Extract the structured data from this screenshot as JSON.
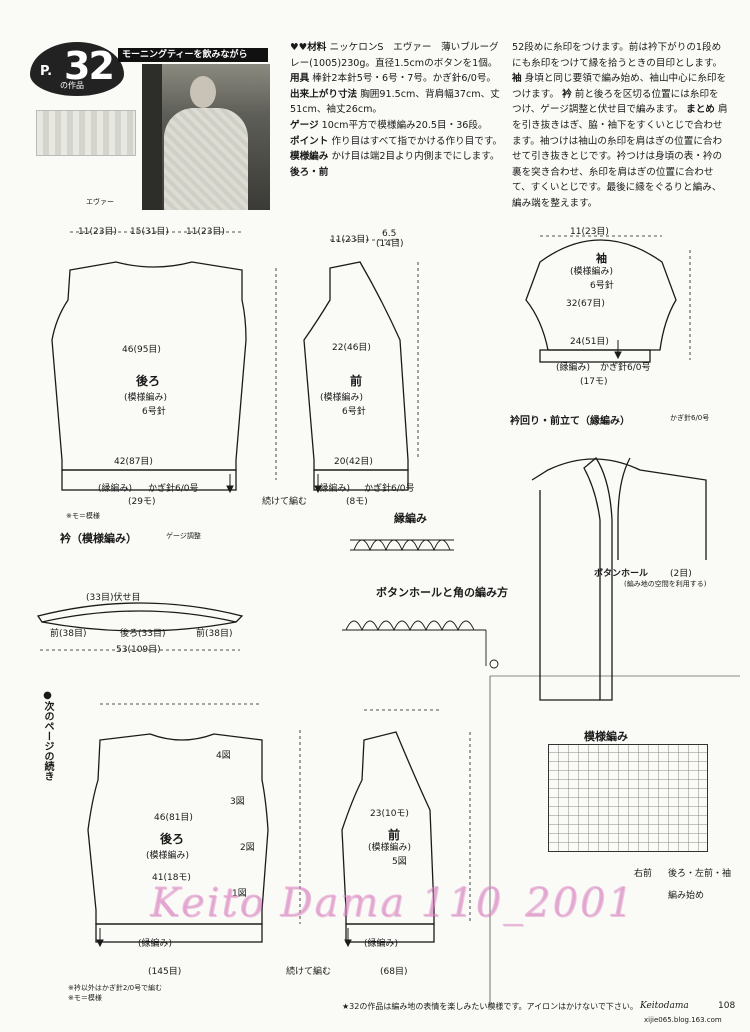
{
  "header": {
    "page_prefix": "P.",
    "pattern_number": "32",
    "work_suffix": "の作品",
    "title": "モーニングティーを飲みながら",
    "yarn_caption": "エヴァー"
  },
  "instructions": {
    "materials_label": "♥♥材料",
    "materials": "ニッケロンS　エヴァー　薄いブルーグレー(1005)230g。直径1.5cmのボタンを1個。",
    "tools_label": "用具",
    "tools": "棒針2本針5号・6号・7号。かぎ針6/0号。",
    "size_label": "出来上がり寸法",
    "size": "胸囲91.5cm、背肩幅37cm、丈51cm、袖丈26cm。",
    "gauge_label": "ゲージ",
    "gauge": "10cm平方で模様編み20.5目・36段。",
    "point_label": "ポイント",
    "point": "作り目はすべて指でかける作り目です。",
    "method_label1": "模様編み",
    "method1": "かけ目は端2目より内側までにします。",
    "back_front_label": "後ろ・前",
    "back_front": "52段めに糸印をつけます。前は衿下がりの1段めにも糸印をつけて縁を拾うときの目印とします。",
    "sleeve_label": "袖",
    "sleeve": "身頃と同じ要領で編み始め、袖山中心に糸印をつけます。",
    "collar_label": "衿",
    "collar": "前と後ろを区切る位置には糸印をつけ、ゲージ調整と伏せ目で編みます。",
    "finish_label": "まとめ",
    "finish": "肩を引き抜きはぎ、脇・袖下をすくいとじで合わせます。袖つけは袖山の糸印を肩はぎの位置に合わせて引き抜きとじです。衿つけは身頃の表・衿の裏を突き合わせ、糸印を肩はぎの位置に合わせて、すくいとじです。最後に縁をぐるりと編み、編み端を整えます。"
  },
  "diagram_labels": {
    "back": "後ろ",
    "front": "前",
    "pattern_knit": "(模様編み)",
    "needle_6": "6号針",
    "edge_knit": "(縁編み)",
    "crochet_hook": "かぎ針6/0号",
    "continue_knit": "続けて編む",
    "m_note": "※モ＝模様",
    "collar_title": "衿（模様編み）",
    "gauge_adjust": "ゲージ調整",
    "sleeve_title": "袖",
    "sleeve_pattern": "(模様編み)",
    "needle_6_sleeve": "6号針",
    "collar_edge_title": "衿回り・前立て（縁編み）",
    "collar_edge_hook": "かぎ針6/0号",
    "edge_knit_title": "縁編み",
    "buttonhole_corner_title": "ボタンホールと角の編み方",
    "buttonhole": "ボタンホール",
    "buttonhole_count": "(2目)",
    "buttonhole_note": "(編み地の空間を利用する)",
    "pattern_knit_title": "模様編み",
    "knit_start": "編み始め",
    "right_front": "右前",
    "back_left_sleeve": "後ろ・左前・袖",
    "next_page": "●次のページの続き",
    "fig1": "1図",
    "fig2": "2図",
    "fig3": "3図",
    "fig4": "4図",
    "fig5": "5図",
    "edge_note": "※衿以外はかぎ針2/0号で編む",
    "m_note2": "※モ＝模様"
  },
  "dims": {
    "back_top": "11(23目)",
    "back_neck": "15(31目)",
    "back_top_right": "11(23目)",
    "back_width": "46(95目)",
    "back_hem": "42(87目)",
    "back_edge": "(29モ)",
    "front_top": "11(23目)",
    "front_neck_cm": "6.5",
    "front_neck_st": "(14目)",
    "front_width": "22(46目)",
    "front_hem": "20(42目)",
    "front_edge": "(8モ)",
    "sleeve_top": "11(23目)",
    "sleeve_width": "32(67目)",
    "sleeve_cuff": "24(51目)",
    "sleeve_edge": "(17モ)",
    "collar_width": "53(109目)",
    "collar_front_left": "前(38目)",
    "collar_back": "後ろ(33目)",
    "collar_front_right": "前(38目)",
    "collar_bind": "(33目)伏せ目",
    "lower_back_width": "46(81目)",
    "lower_back_hem": "41(18モ)",
    "lower_back_edge": "(145目)",
    "lower_front_width": "23(10モ)",
    "lower_front_edge": "(68目)"
  },
  "footer": {
    "note": "★32の作品は編み地の表情を楽しみたい模様です。アイロンはかけないで下さい。",
    "brand": "Keitodama",
    "page_number": "108",
    "url": "xijie065.blog.163.com"
  },
  "watermark": "Keito Dama 110_2001",
  "colors": {
    "ink": "#1a1a1a",
    "paper": "#fafaf6",
    "watermark": "#dc8cc8"
  }
}
